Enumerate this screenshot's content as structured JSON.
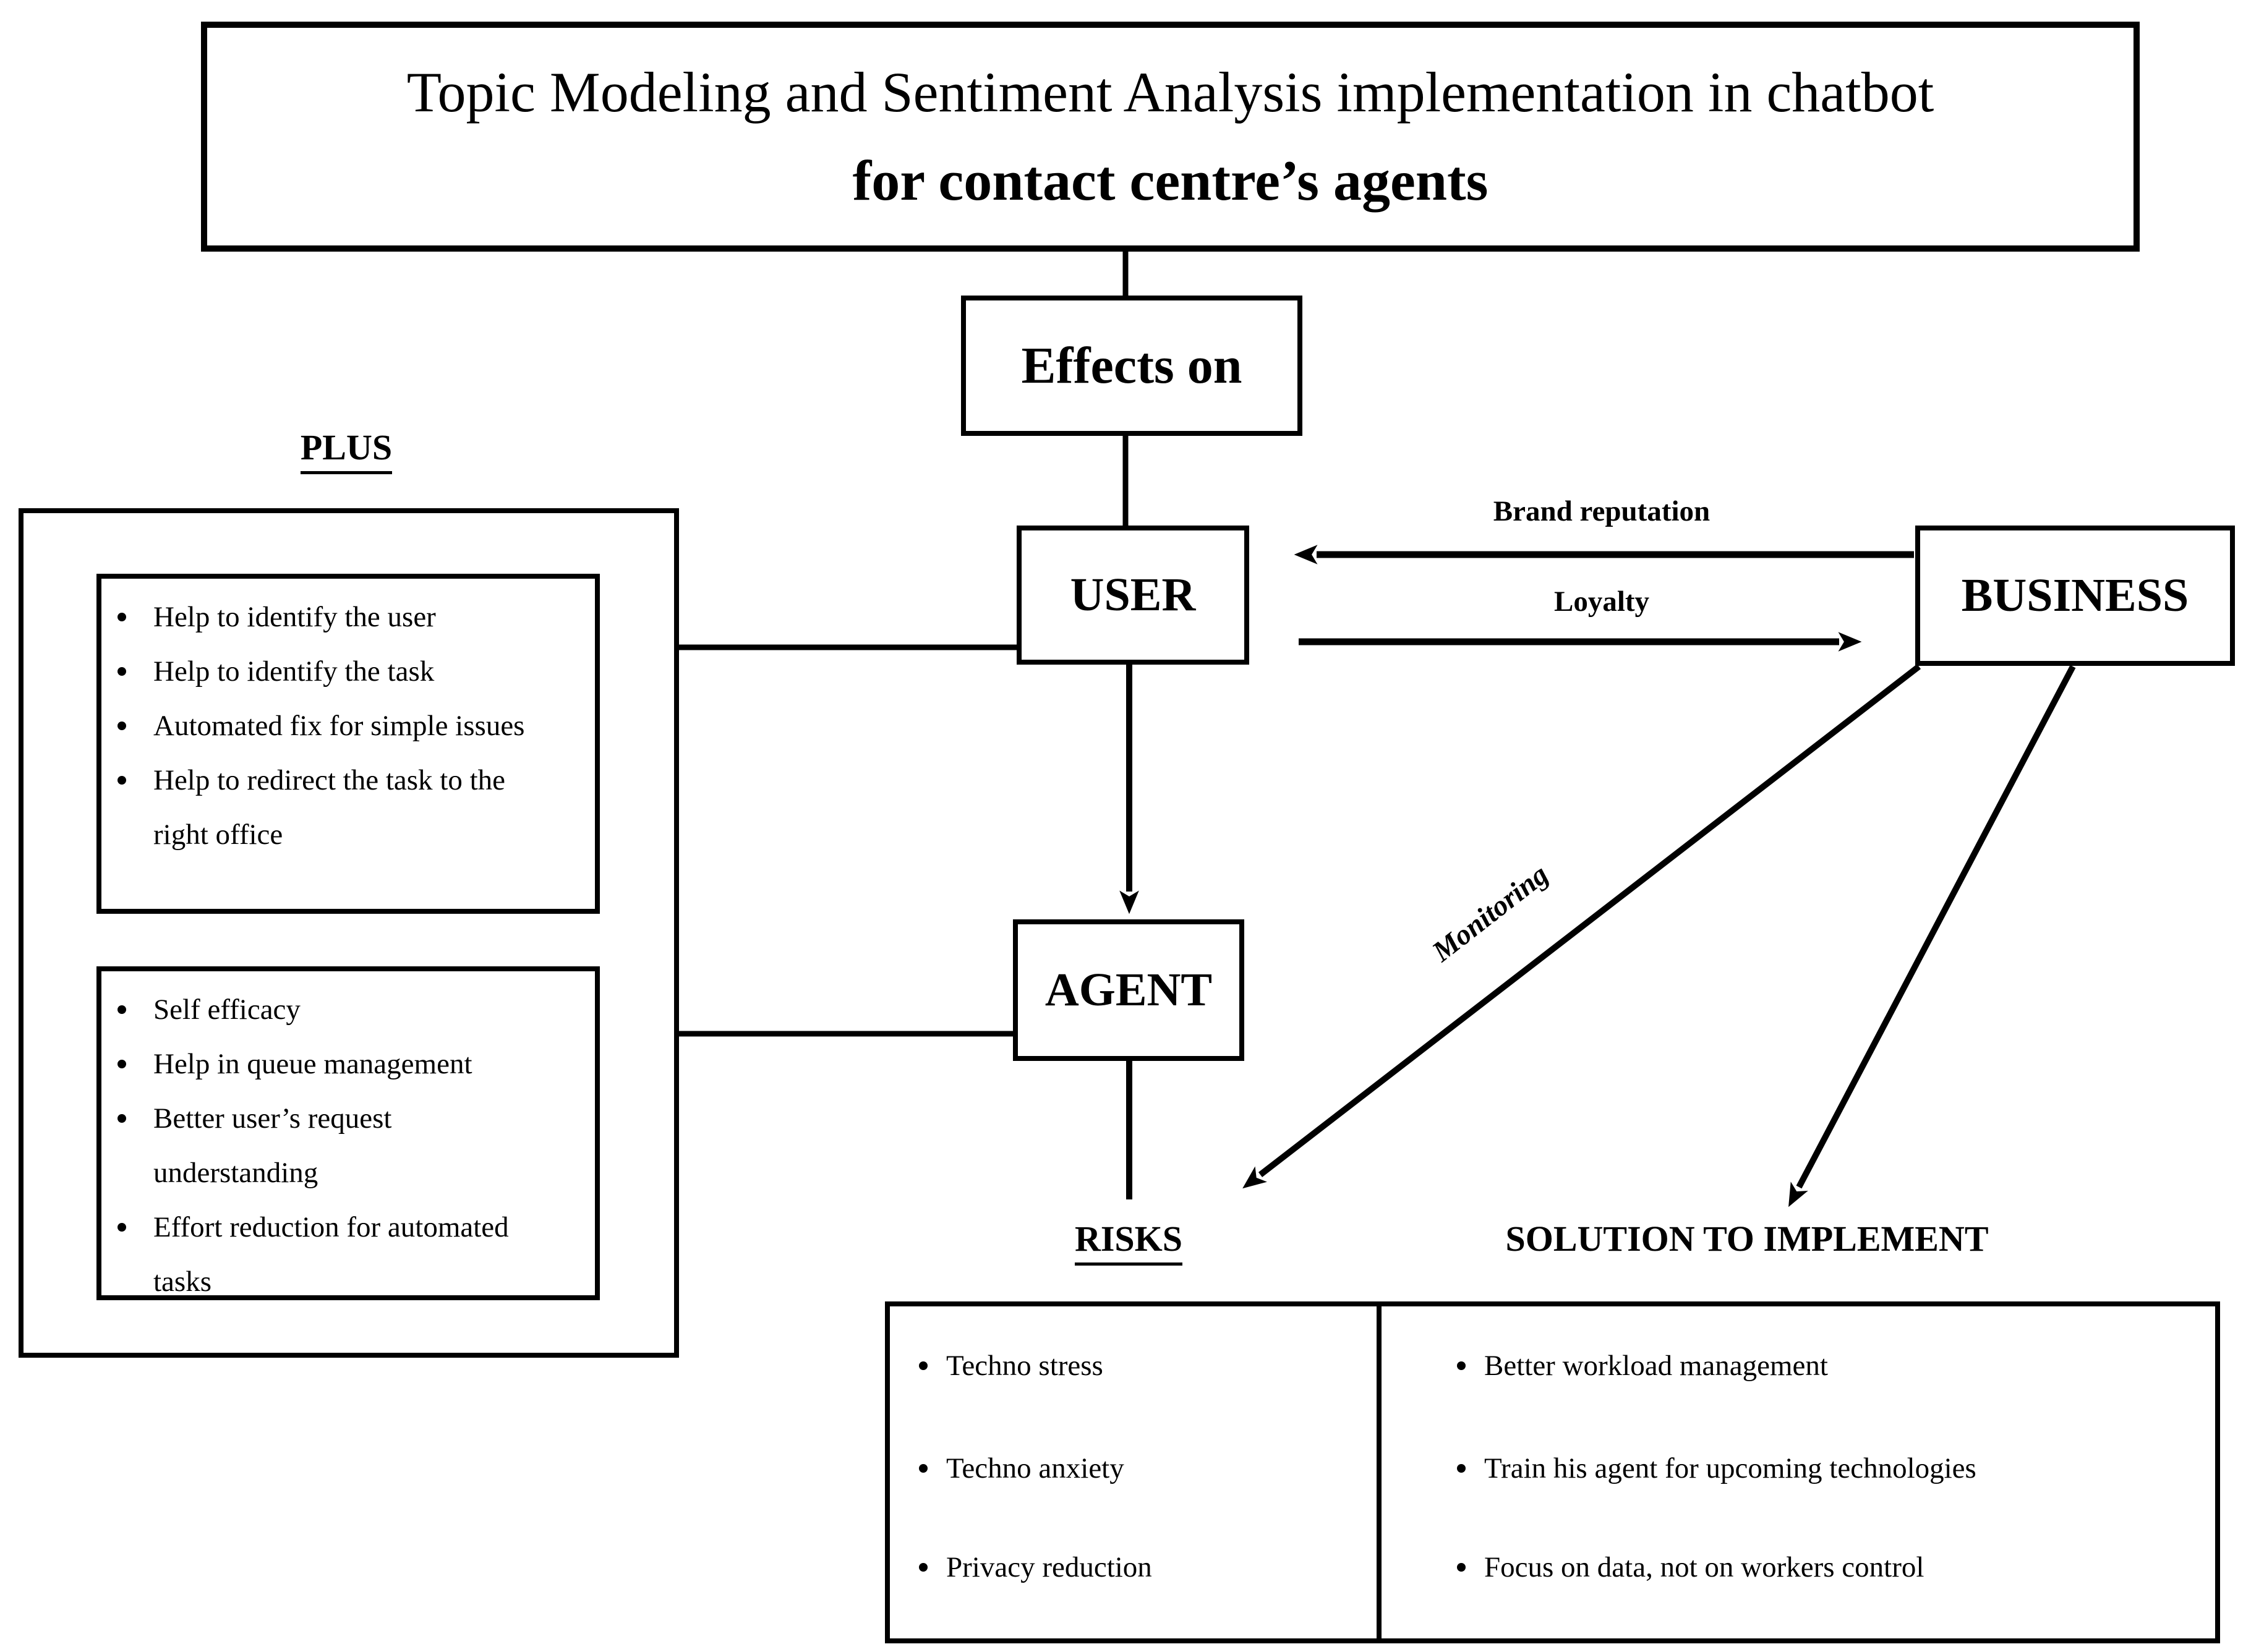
{
  "title": {
    "line1": "Topic Modeling and Sentiment Analysis implementation in chatbot",
    "line2": "for contact centre’s agents"
  },
  "flow": {
    "effects_on": "Effects on",
    "user": "USER",
    "agent": "AGENT",
    "business": "BUSINESS"
  },
  "relations": {
    "brand_reputation": "Brand reputation",
    "loyalty": "Loyalty",
    "monitoring": "Monitoring"
  },
  "plus": {
    "heading": "PLUS",
    "user_benefits": [
      "Help to identify the user",
      "Help to identify the task",
      "Automated fix for simple issues",
      "Help to redirect the task to the right office"
    ],
    "agent_benefits": [
      "Self efficacy",
      "Help in queue management",
      "Better user’s request understanding",
      "Effort reduction for automated tasks"
    ]
  },
  "risks": {
    "heading": "RISKS",
    "items": [
      "Techno stress",
      "Techno anxiety",
      "Privacy reduction"
    ]
  },
  "solutions": {
    "heading": "SOLUTION TO IMPLEMENT",
    "items": [
      "Better workload management",
      "Train his agent for upcoming technologies",
      "Focus on data, not on workers control"
    ]
  }
}
